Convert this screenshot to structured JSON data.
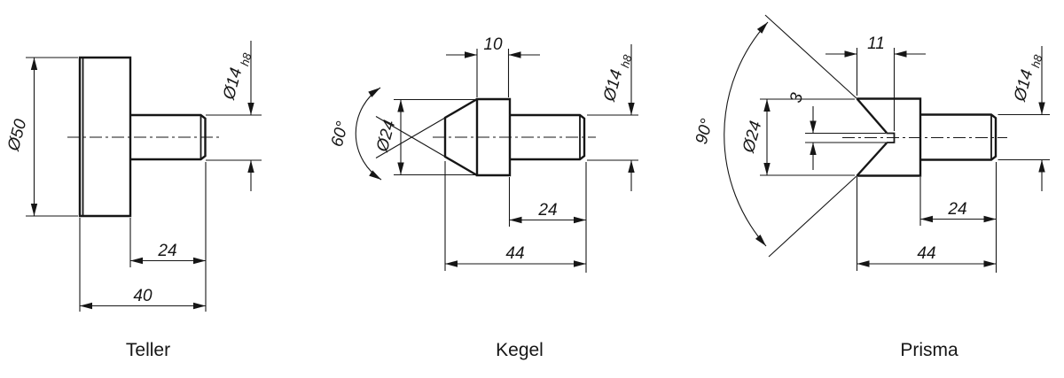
{
  "page": {
    "background": "#ffffff",
    "line_color": "#161616",
    "kind": "technical drawing, three side views of locating pins"
  },
  "drawings": [
    {
      "id": "teller",
      "title": "Teller",
      "labels": {
        "diameter_outer": "Ø50",
        "diameter_shaft": "Ø14",
        "shaft_tolerance": "h8",
        "shaft_length": "24",
        "total_length": "40"
      }
    },
    {
      "id": "kegel",
      "title": "Kegel",
      "labels": {
        "head_length": "10",
        "cone_angle": "60°",
        "diameter_body": "Ø24",
        "diameter_shaft": "Ø14",
        "shaft_tolerance": "h8",
        "shaft_length": "24",
        "total_length": "44"
      }
    },
    {
      "id": "prisma",
      "title": "Prisma",
      "labels": {
        "vee_depth": "11",
        "vee_angle": "90°",
        "diameter_body": "Ø24",
        "slot_width": "3",
        "diameter_shaft": "Ø14",
        "shaft_tolerance": "h8",
        "shaft_length": "24",
        "total_length": "44"
      }
    }
  ]
}
